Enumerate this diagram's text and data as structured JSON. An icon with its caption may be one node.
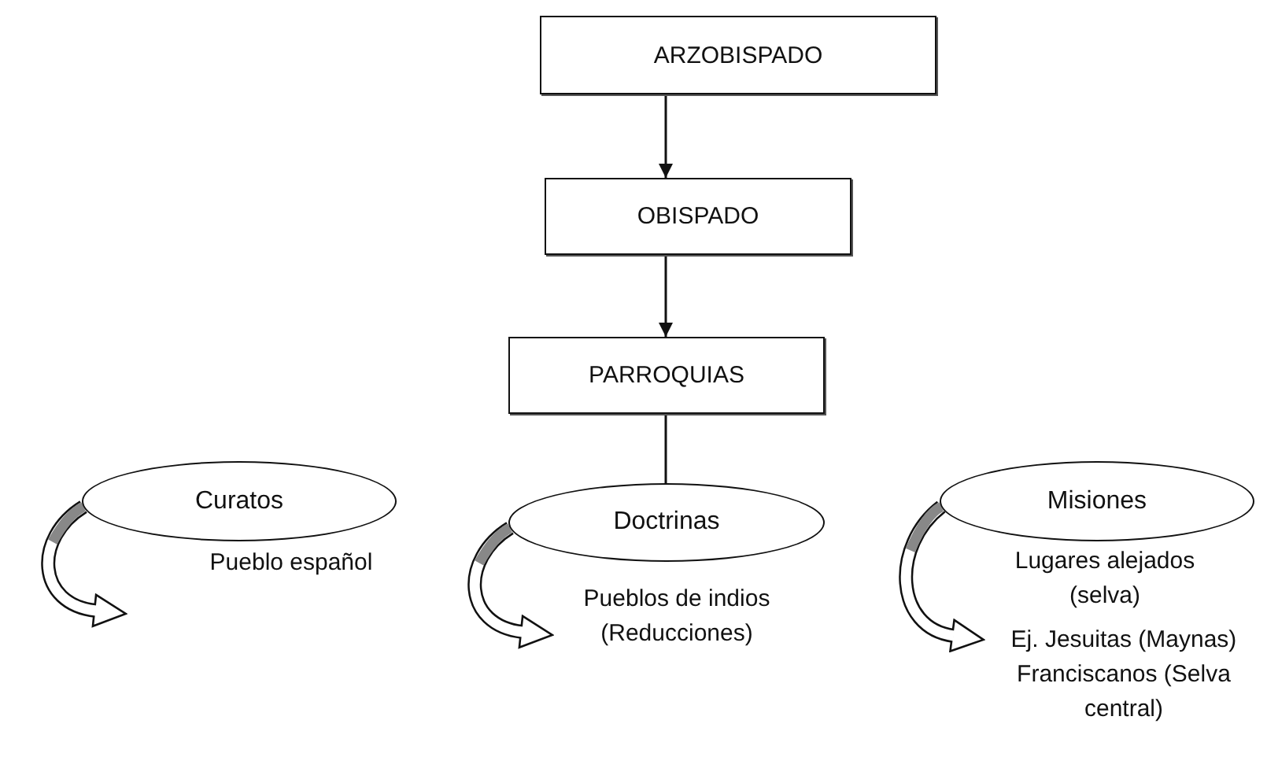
{
  "diagram": {
    "nodes": [
      {
        "text": [
          "ARZOBISPADO"
        ]
      },
      {
        "text": [
          "OBISPADO"
        ]
      },
      {
        "text": [
          "PARROQUIAS"
        ]
      },
      {
        "text": [
          "Curatos"
        ],
        "beside": [
          "Pueblo español"
        ]
      },
      {
        "text": [
          "Doctrinas"
        ],
        "beside": [
          "Pueblos de indios (Reducciones)"
        ]
      },
      {
        "text": [
          "Misiones"
        ],
        "beside": [
          "Lugares alejados (selva)",
          "Ej. Jesuitas (Maynas) Franciscanos (Selva central)"
        ]
      }
    ],
    "edges": [
      {
        "from": 0,
        "to": 1,
        "arrow": "to"
      },
      {
        "from": 1,
        "to": 2,
        "arrow": "to"
      },
      {
        "from": 2,
        "to": 4,
        "arrow": "none"
      },
      {
        "from": 3,
        "to": null,
        "arrow": "to",
        "style": "thick"
      },
      {
        "from": 4,
        "to": null,
        "arrow": "to",
        "style": "thick"
      },
      {
        "from": 5,
        "to": null,
        "arrow": "to",
        "style": "thick"
      }
    ]
  }
}
